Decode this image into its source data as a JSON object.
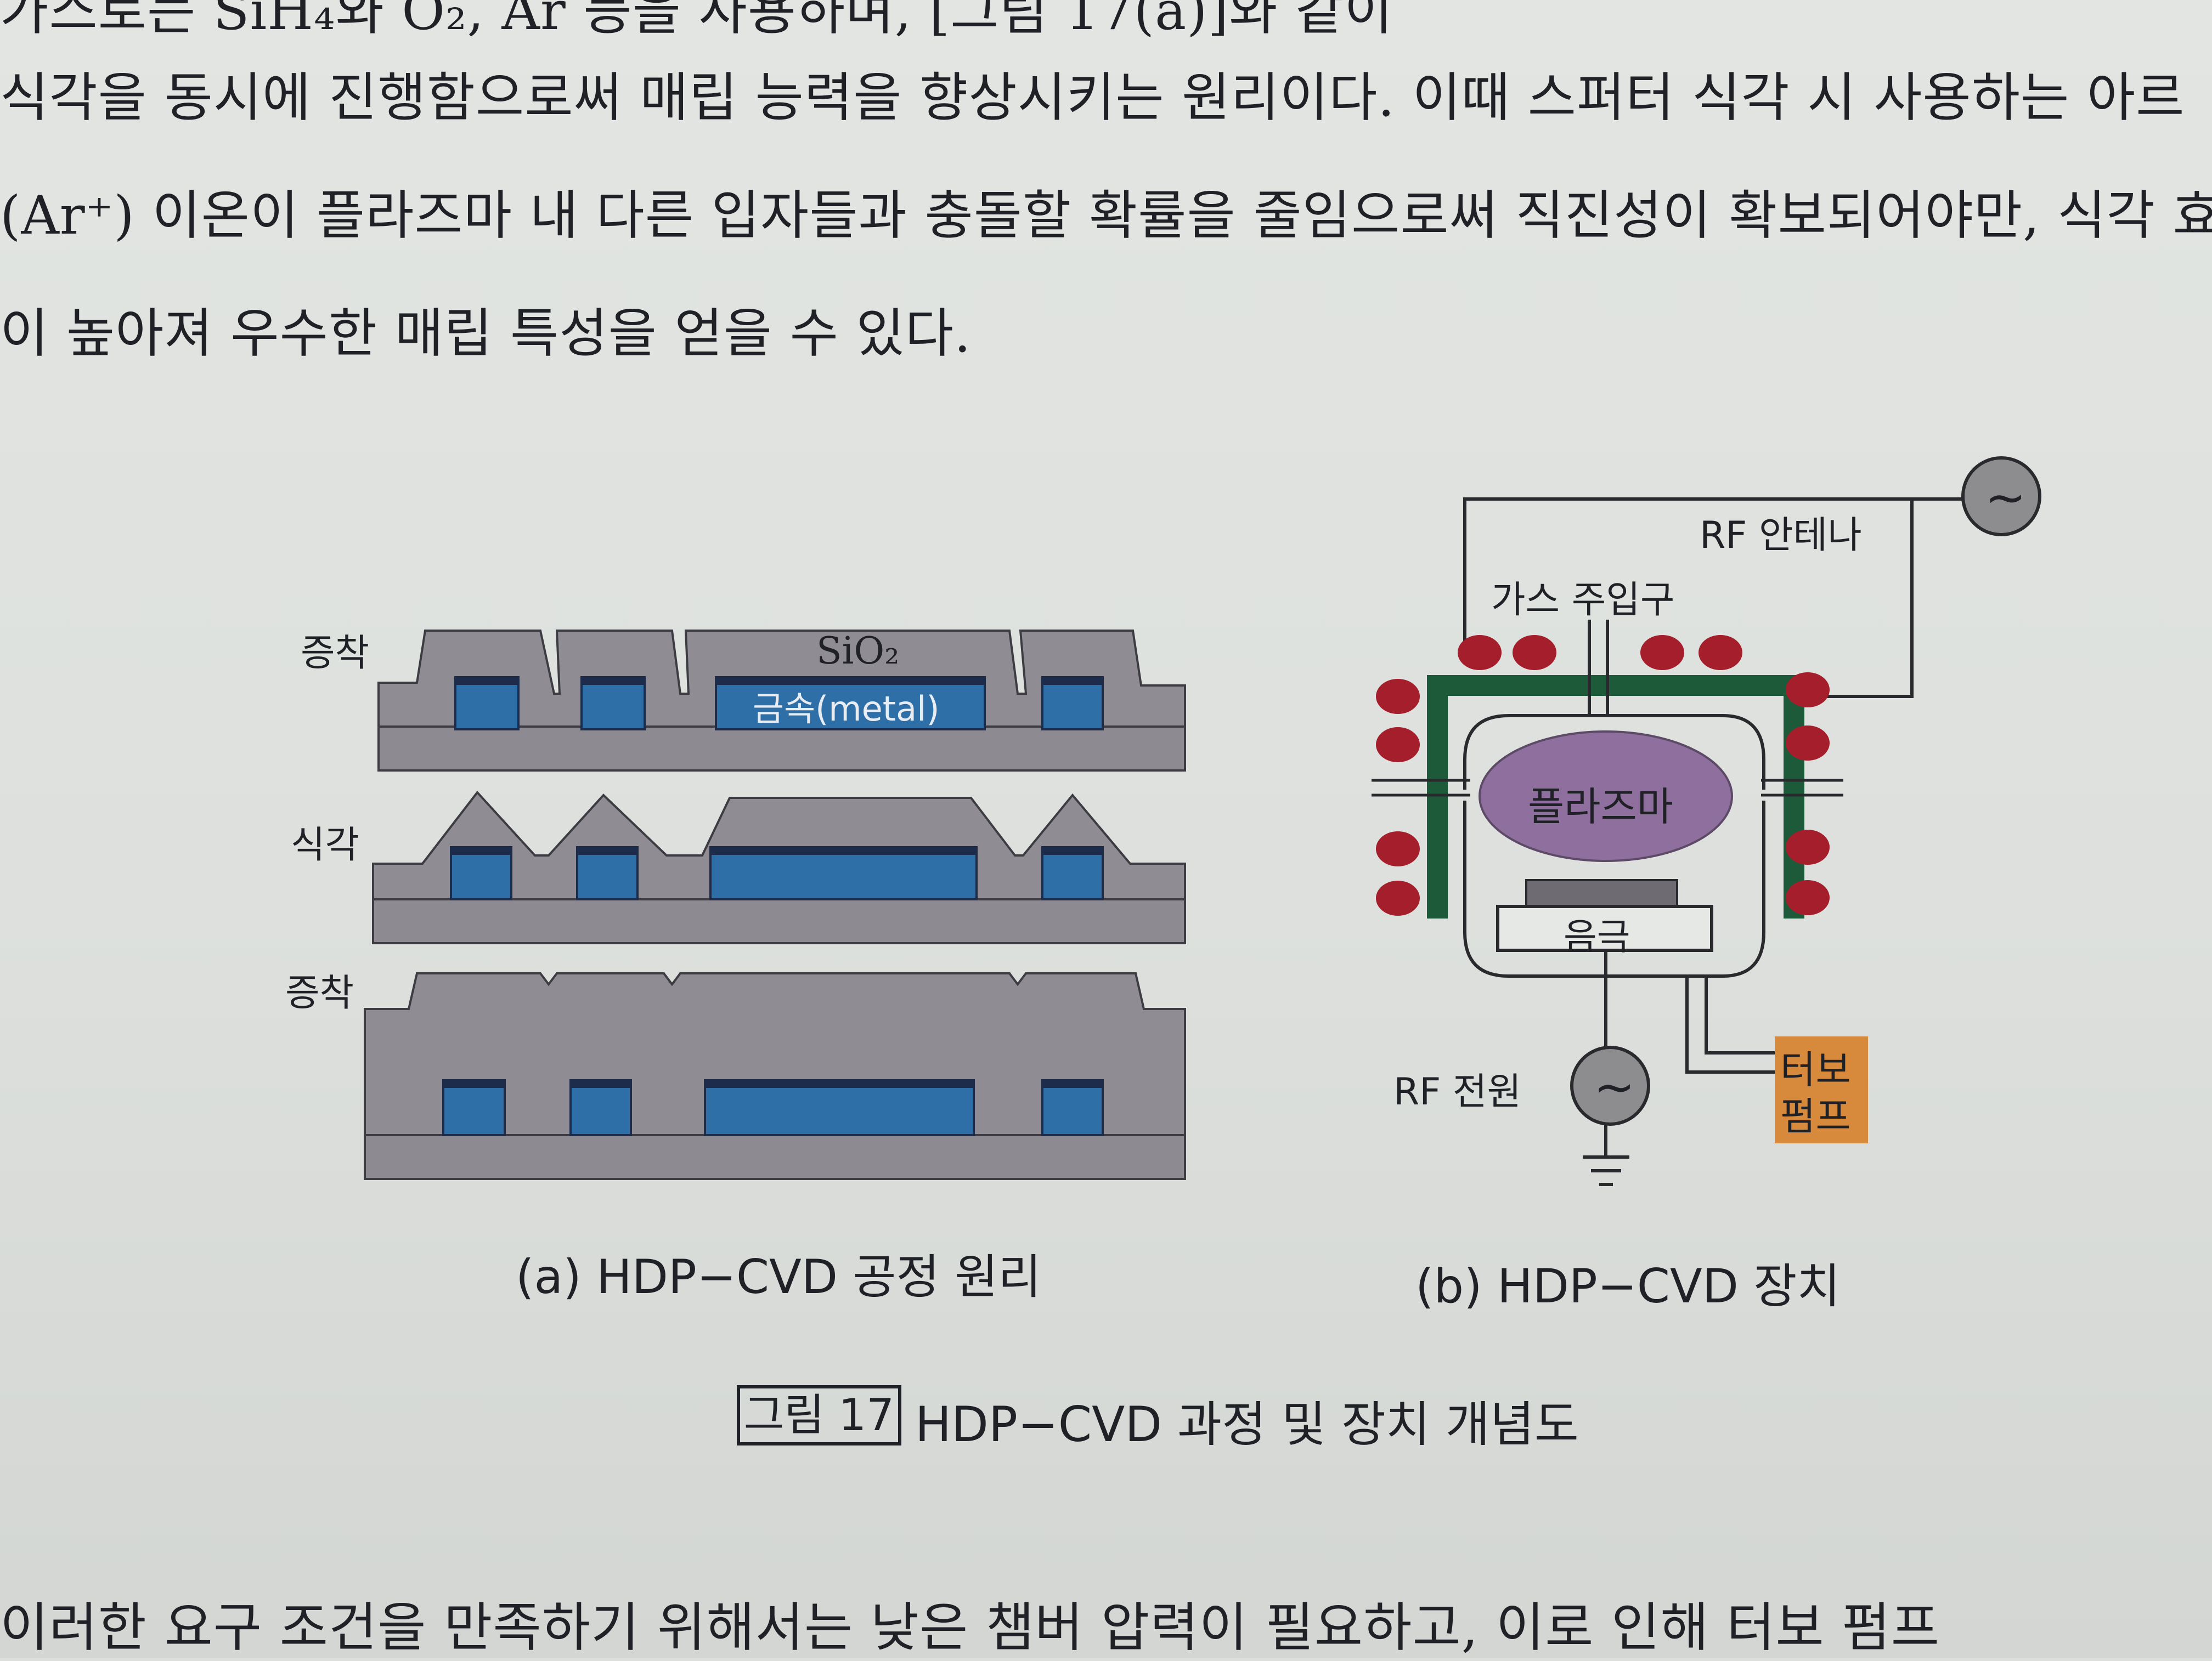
{
  "body_text": {
    "line0": "가스로는 SiH₄와 O₂, Ar 등을 사용하며, [그림 17(a)]와 같이",
    "line1": "식각을 동시에 진행함으로써 매립 능력을 향상시키는 원리이다. 이때 스퍼터 식각 시 사용하는 아르",
    "line2": "(Ar⁺) 이온이 플라즈마 내 다른 입자들과 충돌할 확률을 줄임으로써 직진성이 확보되어야만, 식각 효",
    "line3": "이 높아져 우수한 매립 특성을 얻을 수 있다.",
    "line4": "이러한 요구 조건을 만족하기 위해서는 낮은 챔버 압력이 필요하고, 이로 인해 터보 펌프"
  },
  "figure_a": {
    "step1_label": "증착",
    "step2_label": "식각",
    "step3_label": "증착",
    "oxide_label": "SiO₂",
    "metal_label": "금속(metal)",
    "caption": "(a) HDP−CVD 공정 원리"
  },
  "figure_b": {
    "antenna_label": "RF 안테나",
    "gas_inlet_label": "가스 주입구",
    "plasma_label": "플라즈마",
    "cathode_label": "음극",
    "rf_power_label": "RF 전원",
    "pump_label_1": "터보",
    "pump_label_2": "펌프",
    "ac_symbol": "~",
    "caption": "(b) HDP−CVD 장치"
  },
  "figure_caption": {
    "number": "그림 17",
    "title": "HDP−CVD 과정 및 장치 개념도"
  },
  "colors": {
    "oxide": "#8f8c93",
    "metal": "#2f6fa8",
    "metal_cap": "#1c2c4a",
    "coil": "#a51e2c",
    "chamber_wall": "#1d5a3a",
    "plasma": "#8f6f9d",
    "pump": "#d88a3c"
  }
}
